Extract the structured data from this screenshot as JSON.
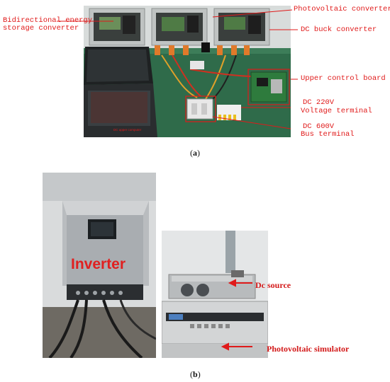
{
  "figure_a": {
    "caption_letter": "a",
    "labels": {
      "bidirectional_line1": "Bidirectional energy",
      "bidirectional_line2": "storage converter",
      "photovoltaic_converter": "Photovoltaic converter",
      "dc_buck_converter": "DC buck converter",
      "upper_control_board": "Upper control board",
      "dc_220v": "DC 220V",
      "voltage_terminal": "Voltage terminal",
      "dc_600v": "DC 600V",
      "bus_terminal": "Bus terminal",
      "laptop_text": "DC upper computer"
    }
  },
  "figure_b": {
    "caption_letter": "b",
    "labels": {
      "inverter": "Inverter",
      "dc_source": "Dc source",
      "photovoltaic_simulator": "Photovoltaic simulator"
    }
  },
  "colors": {
    "label_red": "#e01a1a",
    "inverter_text": "#e02020",
    "bench_green": "#2f6b4a"
  }
}
